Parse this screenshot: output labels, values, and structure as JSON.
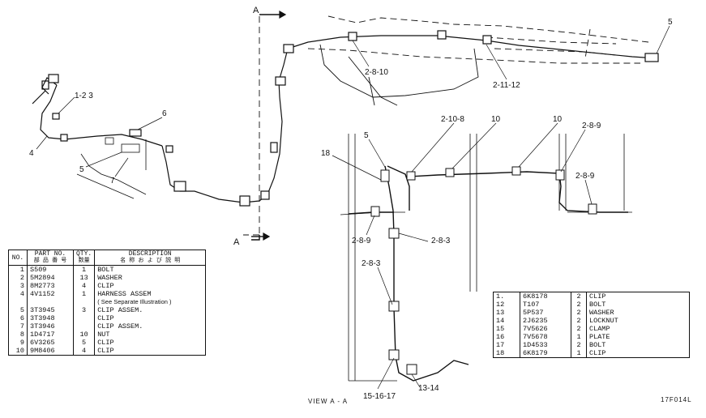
{
  "callouts": {
    "c123": "1-2 3",
    "c6": "6",
    "c4": "4",
    "c5left": "5",
    "c7": "7",
    "c2810": "2-8-10",
    "c21112": "2-11-12",
    "c5top": "5",
    "c2108": "2-10-8",
    "c10a": "10",
    "c10b": "10",
    "c289a": "2-8-9",
    "c289b": "2-8-9",
    "c18": "18",
    "c5mid": "5",
    "c289c": "2-8-9",
    "c283a": "2-8-3",
    "c283b": "2-8-3",
    "c151617": "15-16-17",
    "c1314": "13-14",
    "sectionA_top": "A",
    "sectionA_bottom": "A"
  },
  "left_table": {
    "headers": {
      "no": "NO.",
      "part_no": "PART NO.",
      "part_no_sub": "部 品 番 号",
      "qty": "QTY.",
      "qty_sub": "数量",
      "description": "DESCRIPTION",
      "description_sub": "名 称 お よ び 説 明"
    },
    "rows": [
      {
        "no": "1",
        "part": "S509",
        "qty": "1",
        "desc": "BOLT"
      },
      {
        "no": "2",
        "part": "5M2894",
        "qty": "13",
        "desc": "WASHER"
      },
      {
        "no": "3",
        "part": "8M2773",
        "qty": "4",
        "desc": "CLIP"
      },
      {
        "no": "4",
        "part": "4V1152",
        "qty": "1",
        "desc": "HARNESS ASSEM"
      },
      {
        "no": "",
        "part": "",
        "qty": "",
        "desc": "( See Separate Illustration )"
      },
      {
        "no": "5",
        "part": "3T3945",
        "qty": "3",
        "desc": "CLIP ASSEM."
      },
      {
        "no": "6",
        "part": "3T3948",
        "qty": "",
        "desc": "CLIP"
      },
      {
        "no": "7",
        "part": "3T3946",
        "qty": "",
        "desc": "CLIP ASSEM."
      },
      {
        "no": "8",
        "part": "1D4717",
        "qty": "10",
        "desc": "NUT"
      },
      {
        "no": "9",
        "part": "6V3265",
        "qty": "5",
        "desc": "CLIP"
      },
      {
        "no": "10",
        "part": "9M8406",
        "qty": "4",
        "desc": "CLIP"
      }
    ]
  },
  "right_table": {
    "rows": [
      {
        "no": "1.",
        "part": "6K8178",
        "qty": "2",
        "desc": "CLIP"
      },
      {
        "no": "12",
        "part": "T107",
        "qty": "2",
        "desc": "BOLT"
      },
      {
        "no": "13",
        "part": "5P537",
        "qty": "2",
        "desc": "WASHER"
      },
      {
        "no": "14",
        "part": "2J6235",
        "qty": "2",
        "desc": "LOCKNUT"
      },
      {
        "no": "15",
        "part": "7V5626",
        "qty": "2",
        "desc": "CLAMP"
      },
      {
        "no": "16",
        "part": "7V5678",
        "qty": "1",
        "desc": "PLATE"
      },
      {
        "no": "17",
        "part": "1D4533",
        "qty": "2",
        "desc": "BOLT"
      },
      {
        "no": "18",
        "part": "6K8179",
        "qty": "1",
        "desc": "CLIP"
      }
    ]
  },
  "view_caption": "VIEW A - A",
  "drawing_number": "17F014L"
}
